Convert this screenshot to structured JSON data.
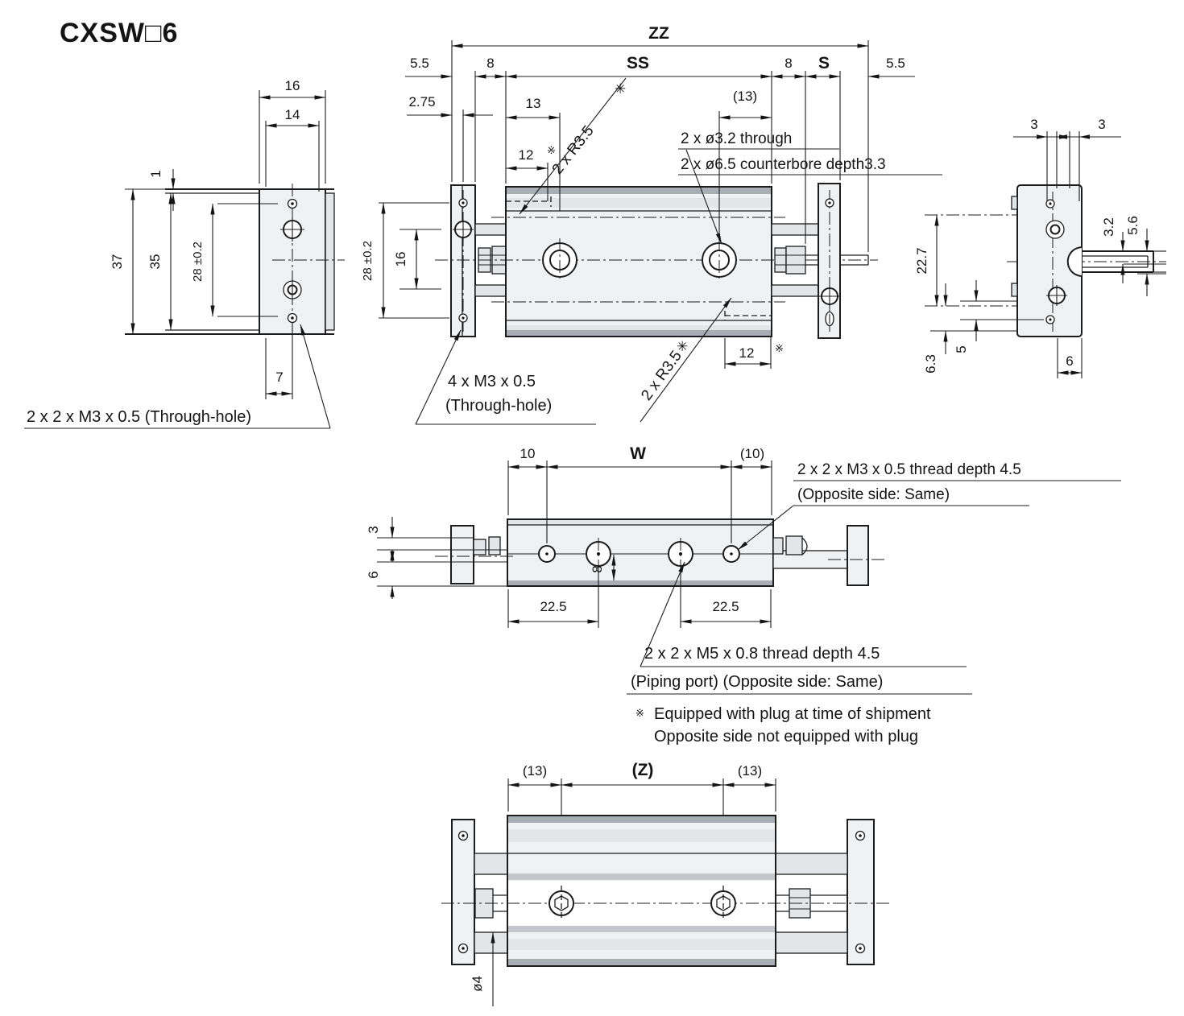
{
  "title": "CXSW□6",
  "symbols": {
    "reference_mark": "※",
    "asterisk": "✳"
  },
  "left_view": {
    "dim_16": "16",
    "dim_14": "14",
    "dim_1": "1",
    "dim_37": "37",
    "dim_35": "35",
    "dim_28": "28 ±0.2",
    "dim_7": "7",
    "label_through_hole": "2 x 2 x M3 x 0.5 (Through-hole)"
  },
  "top_view": {
    "dim_zz": "ZZ",
    "dim_ss": "SS",
    "dim_s": "S",
    "dim_5_5_left": "5.5",
    "dim_8_left": "8",
    "dim_8_right": "8",
    "dim_5_5_right": "5.5",
    "dim_2_75": "2.75",
    "dim_13": "13",
    "dim_12_top": "12",
    "dim_13_paren": "(13)",
    "dim_28": "28 ±0.2",
    "dim_16": "16",
    "dim_12_bottom": "12",
    "label_r35_top": "2 x R3.5",
    "label_r35_bottom": "2 x R3.5",
    "label_through": "2 x ø3.2 through",
    "label_counterbore": "2 x ø6.5 counterbore depth3.3",
    "label_m3_line1": "4 x M3 x 0.5",
    "label_m3_line2": "(Through-hole)"
  },
  "right_view": {
    "dim_3_left": "3",
    "dim_3_right": "3",
    "dim_22_7": "22.7",
    "dim_3_2": "3.2",
    "dim_5_6": "5.6",
    "dim_6_3": "6.3",
    "dim_5": "5",
    "dim_6": "6"
  },
  "front_view": {
    "dim_10": "10",
    "dim_w": "W",
    "dim_10_paren": "(10)",
    "dim_3": "3",
    "dim_6": "6",
    "dim_8": "8",
    "dim_22_5_left": "22.5",
    "dim_22_5_right": "22.5",
    "label_m3_line1": "2 x 2 x M3 x 0.5 thread depth 4.5",
    "label_m3_line2": "(Opposite side: Same)",
    "label_m5_line1": "2 x 2 x M5 x 0.8 thread depth 4.5",
    "label_m5_line2": "(Piping port) (Opposite side: Same)",
    "note_line1": "Equipped with plug at time of shipment",
    "note_line2": "Opposite side not equipped with plug"
  },
  "bottom_view": {
    "dim_13_left": "(13)",
    "dim_z": "(Z)",
    "dim_13_right": "(13)",
    "dim_dia4": "ø4"
  }
}
